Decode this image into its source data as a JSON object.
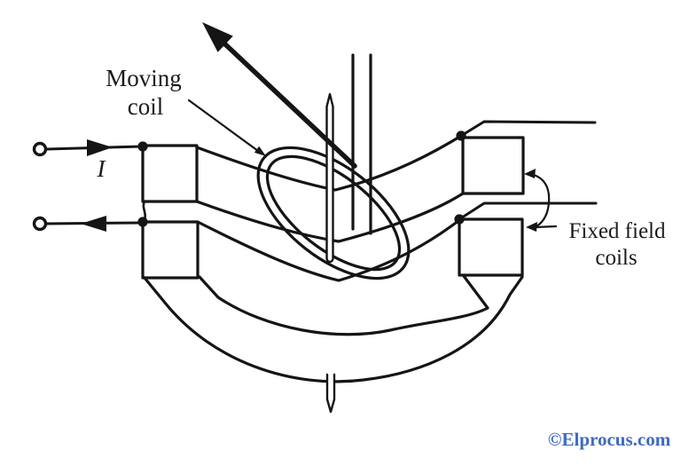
{
  "figure": {
    "labels": {
      "moving_coil": {
        "line1": "Moving",
        "line2": "coil"
      },
      "current_symbol": "I",
      "fixed_field_coils": {
        "line1": "Fixed field",
        "line2": "coils"
      }
    },
    "watermark": {
      "text": "©Elprocus.com"
    },
    "colors": {
      "ink": "#151515",
      "background": "#ffffff",
      "watermark_blue": "#3f6ac1"
    }
  }
}
